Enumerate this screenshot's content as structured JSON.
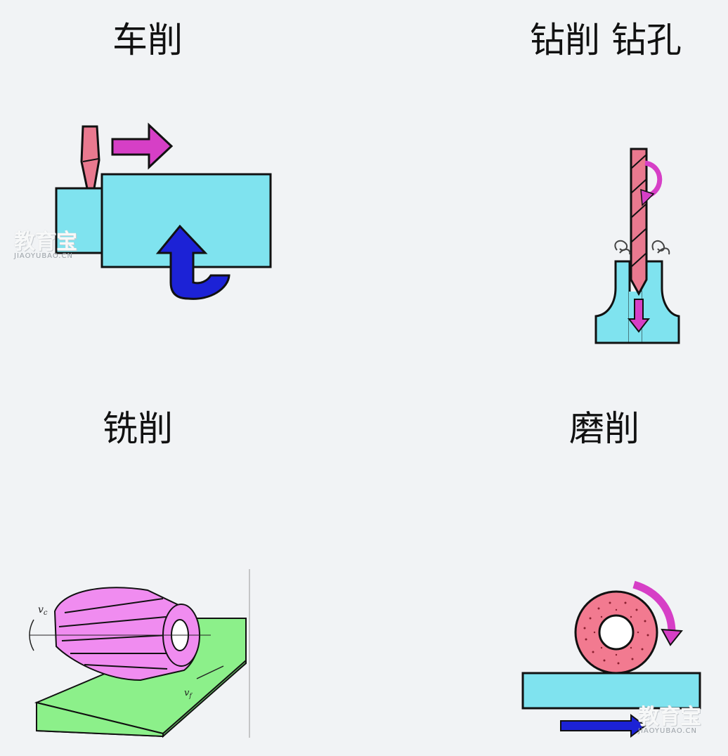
{
  "labels": {
    "turning": "车削",
    "drilling": "钻削 钻孔",
    "milling": "铣削",
    "grinding": "磨削"
  },
  "milling_marks": {
    "vc": "v",
    "vc_sub": "c",
    "vf": "v",
    "vf_sub": "f"
  },
  "watermark": {
    "brand": "教育宝",
    "domain": "JIAOYUBAO.CN"
  },
  "colors": {
    "background": "#f1f3f5",
    "workpiece_cyan": "#7fe3ef",
    "tool_pink": "#e9798f",
    "feed_magenta": "#d63fc6",
    "rotation_blue": "#1c22d6",
    "milling_cutter": "#f08cf0",
    "milling_block": "#8cf08a",
    "grinding_wheel": "#f27a90",
    "outline": "#111111"
  }
}
